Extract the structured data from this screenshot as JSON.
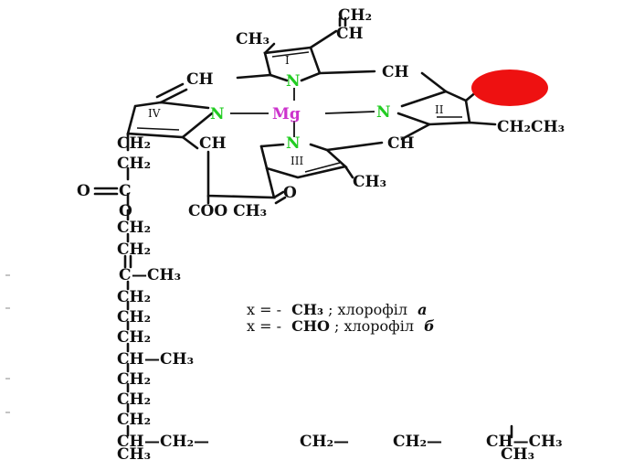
{
  "center_atom": "Mg",
  "nitrogen_label": "N",
  "ring_labels": {
    "ring1": "I",
    "ring2": "II",
    "ring3": "III",
    "ring4": "IV"
  },
  "groups": {
    "vinyl_ch2": "CH₂",
    "vinyl_ch": "CH",
    "methyl_top": "CH₃",
    "methine_left": "CH",
    "methine_right": "CH",
    "ethyl": "CH₂CH₃",
    "ring4_ch": "CH",
    "methine_bottom": "CH",
    "methyl_ring3": "CH₃",
    "ester": "COO CH₃",
    "ketone_o": "O"
  },
  "chain": {
    "ch2_1": "CH₂",
    "ch2_2": "CH₂",
    "carbonyl_o": "O",
    "carbonyl_c": "C",
    "ester_o": "O",
    "p1": "CH₂",
    "p2": "CH₂",
    "p3": "C",
    "p3_methyl": "—CH₃",
    "p4": "CH₂",
    "p5": "CH₂",
    "p6": "CH₂",
    "p7": "CH",
    "p7_methyl": "—CH₃",
    "p8": "CH₂",
    "p9": "CH₂",
    "p10": "CH₂",
    "p11": "CH",
    "tail1": "—CH₂—",
    "tail2": "CH₂—",
    "tail3": "CH₂—",
    "tail4": "CH—CH₃",
    "terminal_ch3": "CH₃",
    "bottom_ch3": "CH₃"
  },
  "legend": {
    "line1_prefix": "x = -",
    "line1_group": "CH₃",
    "line1_mid": "; хлорофіл",
    "line1_letter": "a",
    "line2_prefix": "x = -",
    "line2_group": "CHO",
    "line2_mid": "; хлорофіл",
    "line2_letter": "б"
  },
  "colors": {
    "nitrogen": "#22cc22",
    "magnesium": "#cc33cc",
    "marker": "#ee1111"
  }
}
